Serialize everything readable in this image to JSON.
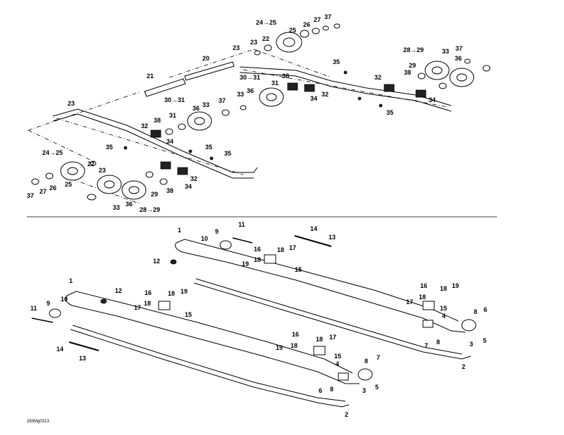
{
  "labels": {
    "l1a": "1",
    "l1b": "1",
    "l2a": "2",
    "l2b": "2",
    "l3a": "3",
    "l3b": "3",
    "l4a": "4",
    "l4b": "4",
    "l5a": "5",
    "l5b": "5",
    "l6a": "6",
    "l6b": "6",
    "l7a": "7",
    "l7b": "7",
    "l8a": "8",
    "l8b": "8",
    "l8c": "8",
    "l9a": "9",
    "l9b": "9",
    "l10a": "10",
    "l10b": "10",
    "l11a": "11",
    "l11b": "11",
    "l12a": "12",
    "l12b": "12",
    "l13a": "13",
    "l13b": "13",
    "l14a": "14",
    "l14b": "14",
    "l15a": "15",
    "l15b": "15",
    "l15c": "15",
    "l15d": "15",
    "l16a": "16",
    "l16b": "16",
    "l16c": "16",
    "l16d": "16",
    "l17a": "17",
    "l17b": "17",
    "l17c": "17",
    "l17d": "17",
    "l18a": "18",
    "l18b": "18",
    "l18c": "18",
    "l18d": "18",
    "l18e": "18",
    "l18f": "18",
    "l19a": "19",
    "l19b": "19",
    "l19c": "19",
    "l19d": "19",
    "l20": "20",
    "l21": "21",
    "l22a": "22",
    "l22b": "22",
    "l23a": "23",
    "l23b": "23",
    "l23c": "23",
    "l24a": "24→25",
    "l24b": "24→25",
    "l25a": "25",
    "l25b": "25",
    "l26a": "26",
    "l26b": "26",
    "l27a": "27",
    "l27b": "27",
    "l28a": "28→29",
    "l28b": "28→29",
    "l29a": "29",
    "l29b": "29",
    "l30a": "30→31",
    "l30b": "30→31",
    "l31a": "31",
    "l31b": "31",
    "l32a": "32",
    "l32b": "32",
    "l32c": "32",
    "l32d": "32",
    "l33a": "33",
    "l33b": "33",
    "l33c": "33",
    "l33d": "33",
    "l34a": "34",
    "l34b": "34",
    "l34c": "34",
    "l34d": "34",
    "l35a": "35",
    "l35b": "35",
    "l35c": "35",
    "l35d": "35",
    "l35e": "35",
    "l36a": "36",
    "l36b": "36",
    "l36c": "36",
    "l36d": "36",
    "l37a": "37",
    "l37b": "37",
    "l37c": "37",
    "l37d": "37",
    "l38a": "38",
    "l38b": "38",
    "l38c": "38",
    "l38d": "38"
  },
  "reference_code": "283Mg0313"
}
